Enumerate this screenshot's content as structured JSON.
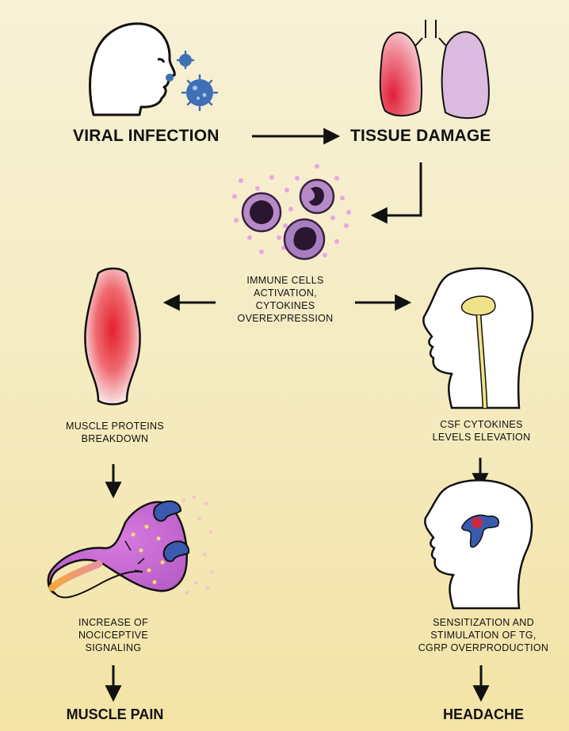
{
  "nodes": {
    "viral_infection": "VIRAL INFECTION",
    "tissue_damage": "TISSUE DAMAGE",
    "immune_l1": "IMMUNE CELLS",
    "immune_l2": "ACTIVATION,",
    "immune_l3": "CYTOKINES",
    "immune_l4": "OVEREXPRESSION",
    "muscle_l1": "MUSCLE PROTEINS",
    "muscle_l2": "BREAKDOWN",
    "csf_l1": "CSF CYTOKINES",
    "csf_l2": "LEVELS ELEVATION",
    "noci_l1": "INCREASE OF",
    "noci_l2": "NOCICEPTIVE",
    "noci_l3": "SIGNALING",
    "sens_l1": "SENSITIZATION AND",
    "sens_l2": "STIMULATION OF TG,",
    "sens_l3": "CGRP OVERPRODUCTION",
    "muscle_pain": "MUSCLE PAIN",
    "headache": "HEADACHE"
  },
  "colors": {
    "background_top": "#f7f1d6",
    "background_bottom": "#f3e3a6",
    "virus": "#3f6fb5",
    "lung_left": "#e0384a",
    "lung_right": "#d9b3dc",
    "cell_membrane": "#9b6bb0",
    "cell_nucleus": "#2a1630",
    "cytokine_dot": "#e8a6e6",
    "muscle_red": "#e3212e",
    "brain_yellow": "#f1e28a",
    "neuron_purple": "#c56ad1",
    "receptor_blue": "#3a5ab0"
  },
  "icons": [
    "head-sneezing-icon",
    "virus-icon",
    "lungs-icon",
    "immune-cells-icon",
    "muscle-icon",
    "head-brain-spine-icon",
    "neuron-receptor-icon",
    "head-trigeminal-icon"
  ]
}
